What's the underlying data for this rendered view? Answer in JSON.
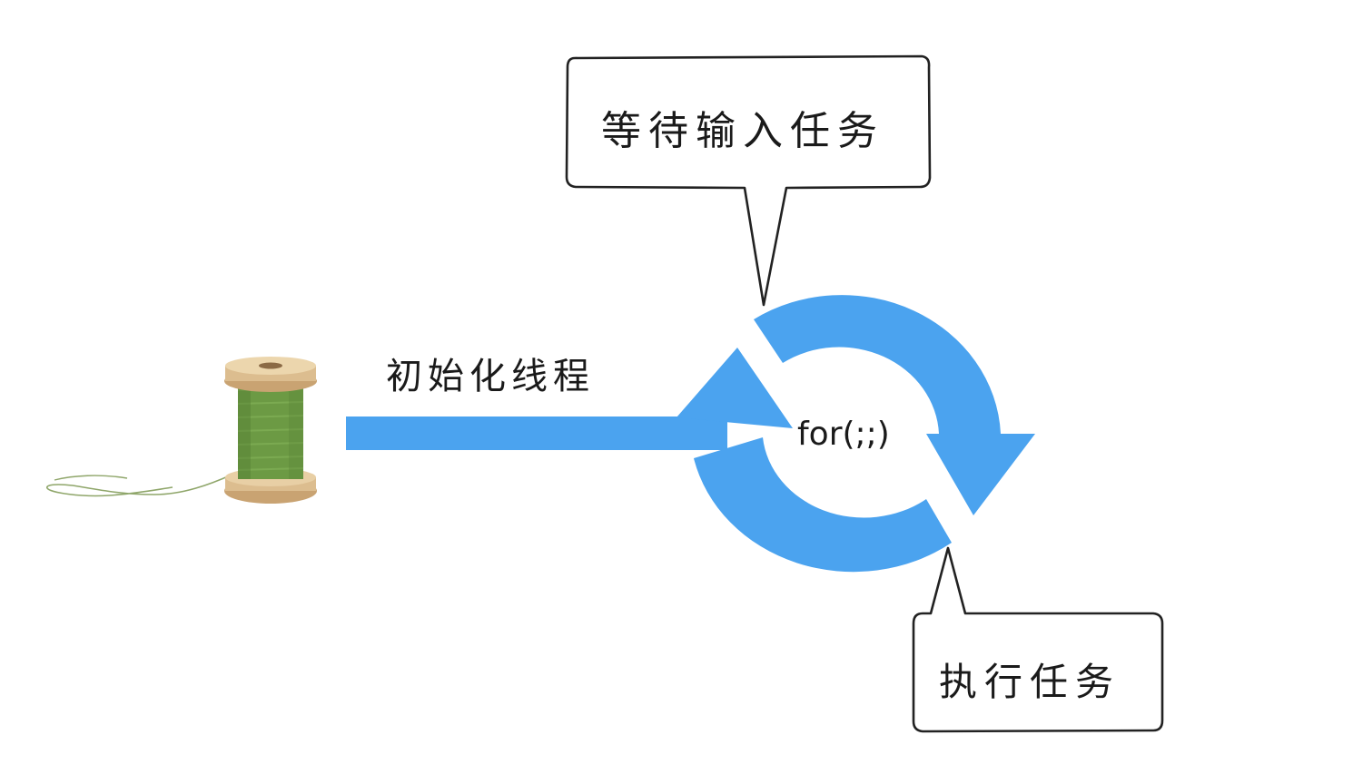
{
  "labels": {
    "init_thread": "初始化线程",
    "loop": "for(;;)",
    "wait_input_task": "等待输入任务",
    "execute_task": "执行任务"
  },
  "icons": {
    "spool": "thread-spool-icon",
    "cycle": "loop-arrows-icon"
  },
  "colors": {
    "arrow": "#4ba3ef",
    "thread_green": "#6e9a45",
    "spool_wood": "#d9b98c",
    "stroke": "#222222"
  }
}
